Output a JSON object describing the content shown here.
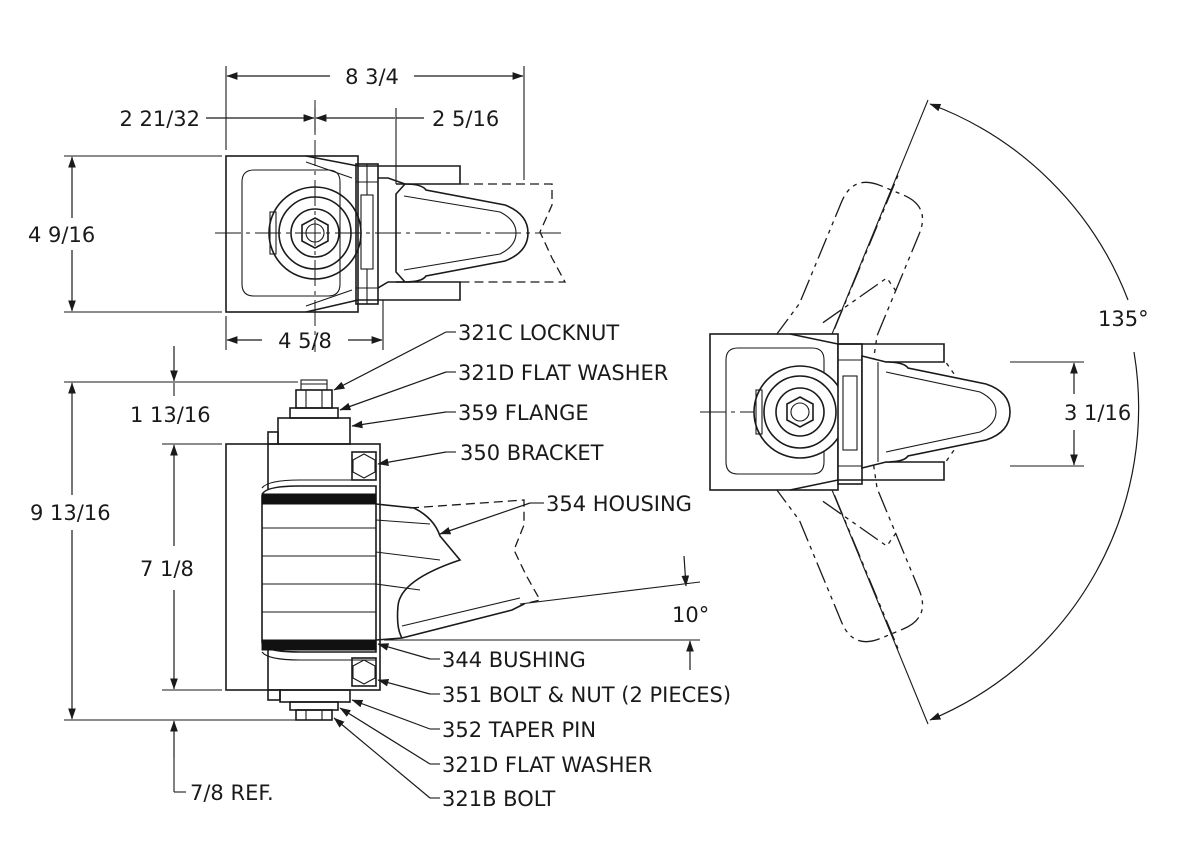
{
  "dimensions": {
    "overall_width": "8 3/4",
    "left_offset": "2 21/32",
    "right_offset": "2 5/16",
    "top_view_height": "4 9/16",
    "base_width": "4 5/8",
    "total_height": "9 13/16",
    "flange_height": "1 13/16",
    "bracket_height": "7 1/8",
    "bottom_ref": "7/8 REF.",
    "tilt_angle": "10°",
    "swing_angle": "135°",
    "swing_view_height": "3 1/16"
  },
  "parts": [
    "321C LOCKNUT",
    "321D FLAT WASHER",
    "359 FLANGE",
    "350 BRACKET",
    "354 HOUSING",
    "344 BUSHING",
    "351 BOLT & NUT (2 PIECES)",
    "352 TAPER PIN",
    "321D FLAT WASHER",
    "321B BOLT"
  ]
}
